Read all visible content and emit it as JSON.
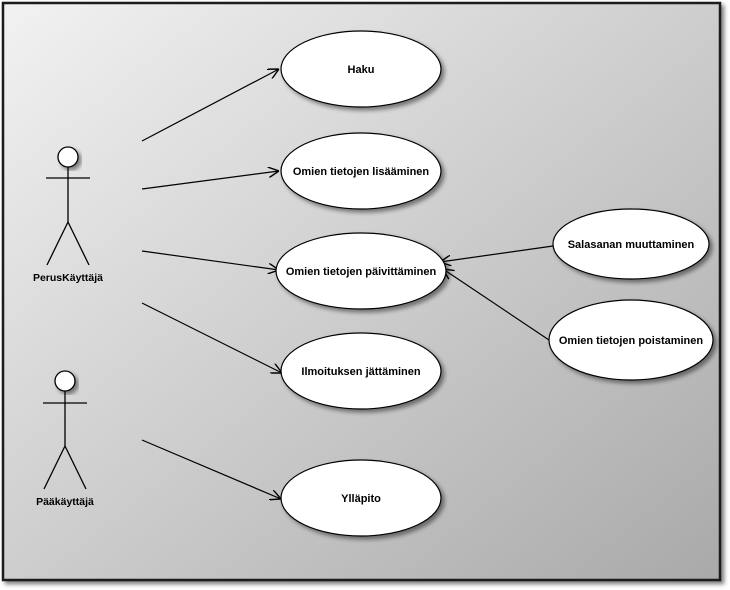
{
  "colors": {
    "background_light": "#f2f2f2",
    "background_dark": "#a9a9a9",
    "frame_border": "#1a1a1a",
    "shape_fill": "#ffffff",
    "line": "#000000"
  },
  "actors": [
    {
      "id": "perus",
      "label": "PerusKäyttäjä"
    },
    {
      "id": "paa",
      "label": "Pääkäyttäjä"
    }
  ],
  "use_cases": [
    {
      "id": "haku",
      "label": "Haku"
    },
    {
      "id": "lisaaminen",
      "label": "Omien tietojen lisääminen"
    },
    {
      "id": "paivittaminen",
      "label": "Omien tietojen päivittäminen"
    },
    {
      "id": "ilmoitus",
      "label": "Ilmoituksen jättäminen"
    },
    {
      "id": "yllapito",
      "label": "Ylläpito"
    },
    {
      "id": "salasana",
      "label": "Salasanan muuttaminen"
    },
    {
      "id": "poistaminen",
      "label": "Omien tietojen poistaminen"
    }
  ],
  "relations": [
    {
      "from": "perus",
      "to": "haku"
    },
    {
      "from": "perus",
      "to": "lisaaminen"
    },
    {
      "from": "perus",
      "to": "paivittaminen"
    },
    {
      "from": "perus",
      "to": "ilmoitus"
    },
    {
      "from": "paa",
      "to": "yllapito"
    },
    {
      "from": "salasana",
      "to": "paivittaminen"
    },
    {
      "from": "poistaminen",
      "to": "paivittaminen"
    }
  ]
}
